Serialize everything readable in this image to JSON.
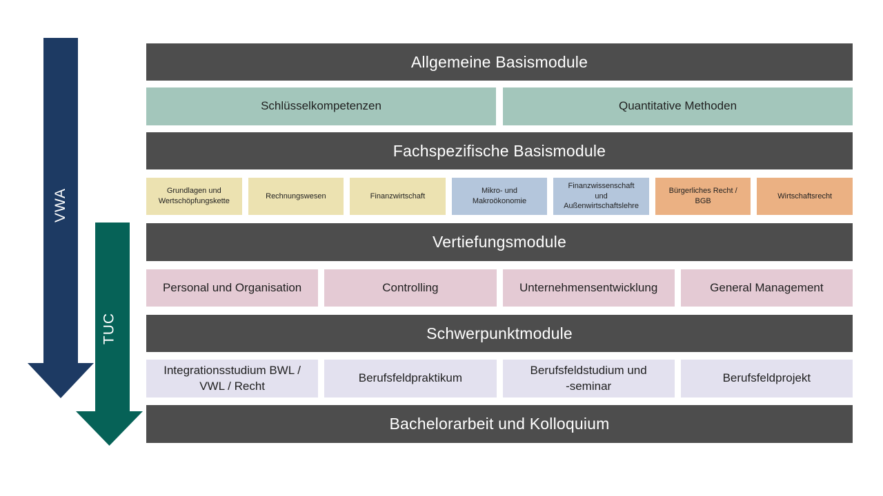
{
  "palette": {
    "header_bg": "#4d4d4d",
    "header_text": "#ffffff",
    "basics_green": "#a3c6bb",
    "bwl_yellow": "#ece2b1",
    "vwl_blue": "#b4c6dc",
    "law_orange": "#ebb183",
    "advanced_pink": "#e4cad4",
    "focus_lavender": "#e3e1ef",
    "vwa_navy": "#1d3a63",
    "tuc_teal": "#066257"
  },
  "arrows": {
    "vwa": {
      "label": "VWA"
    },
    "tuc": {
      "label": "TUC"
    }
  },
  "headers": {
    "general_basics": "Allgemeine Basismodule",
    "subject_basics": "Fachspezifische Basismodule",
    "advanced": "Vertiefungsmodule",
    "focus": "Schwerpunktmodule",
    "thesis": "Bachelorarbeit und Kolloquium"
  },
  "general_basic_modules": [
    "Schlüsselkompetenzen",
    "Quantitative Methoden"
  ],
  "subject_basic_modules": [
    "Grundlagen und\nWertschöpfungskette",
    "Rechnungswesen",
    "Finanzwirtschaft",
    "Mikro- und\nMakroökonomie",
    "Finanzwissenschaft\nund\nAußenwirtschaftslehre",
    "Bürgerliches Recht /\nBGB",
    "Wirtschaftsrecht"
  ],
  "advanced_modules": [
    "Personal und Organisation",
    "Controlling",
    "Unternehmensentwicklung",
    "General Management"
  ],
  "focus_modules": [
    "Integrationsstudium BWL /\nVWL / Recht",
    "Berufsfeldpraktikum",
    "Berufsfeldstudium und\n-seminar",
    "Berufsfeldprojekt"
  ]
}
